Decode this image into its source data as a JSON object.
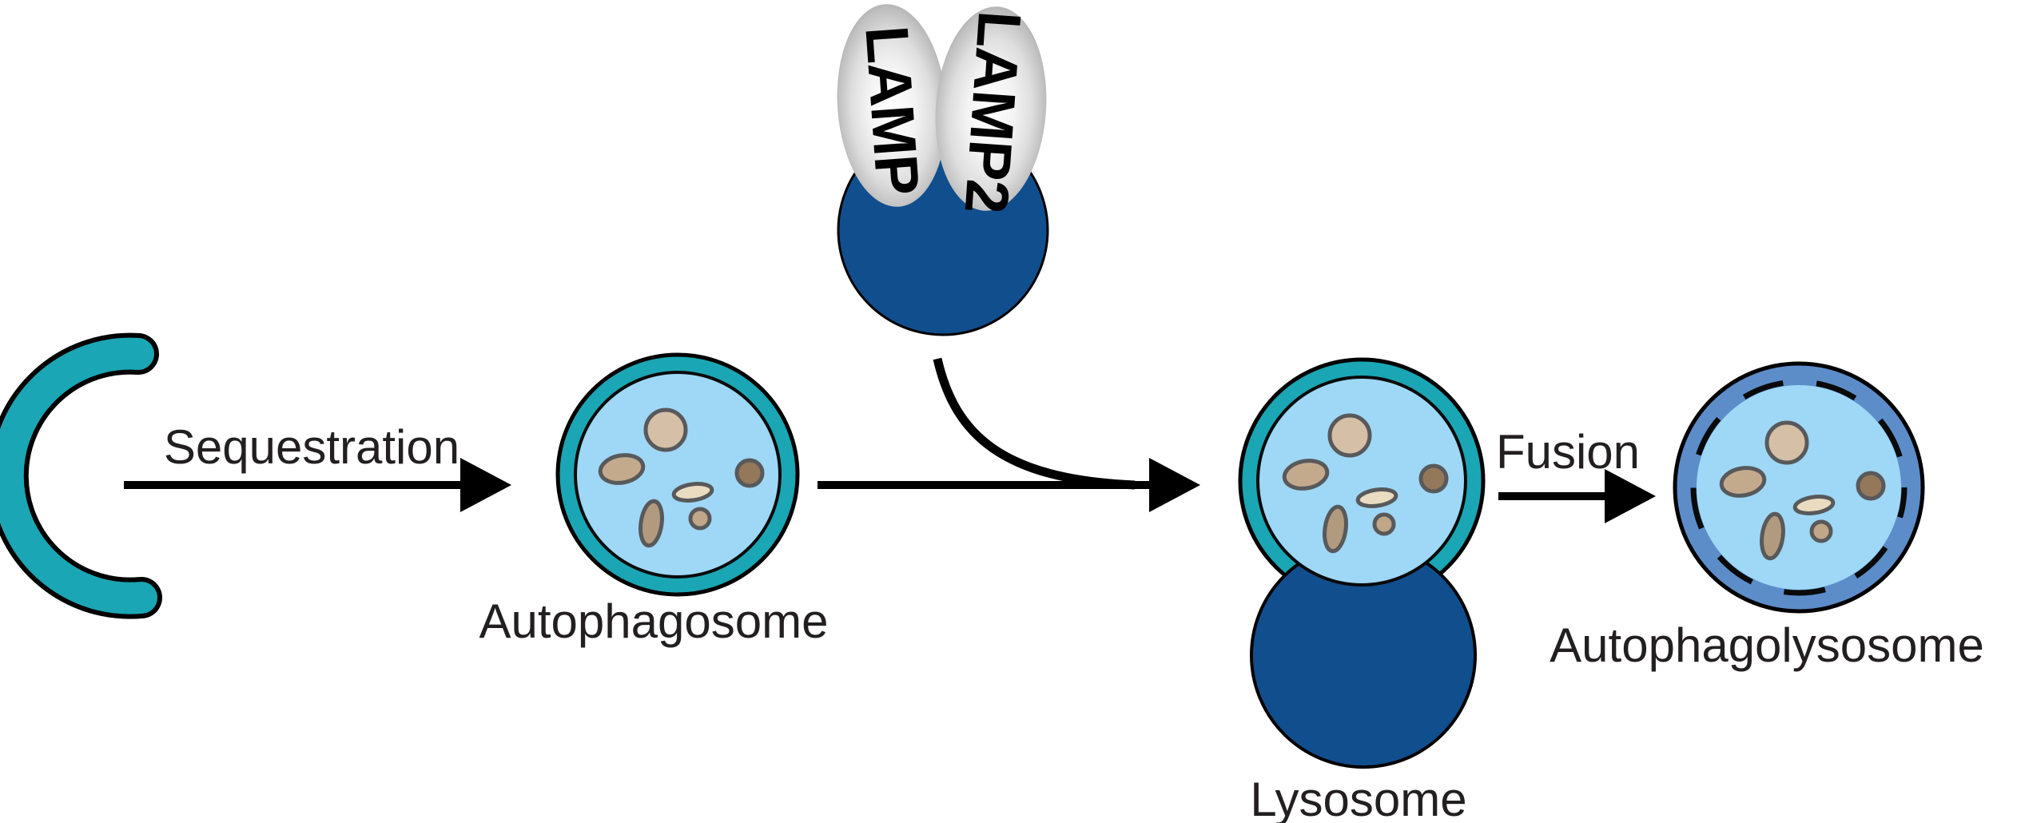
{
  "labels": {
    "sequestration": "Sequestration",
    "autophagosome": "Autophagosome",
    "lamp": "LAMP",
    "lamp2": "LAMP2",
    "lysosome": "Lysosome",
    "fusion": "Fusion",
    "autophagolysosome": "Autophagolysosome"
  },
  "colors": {
    "background": "#FFFFFF",
    "membrane_teal": "#1AA6B4",
    "vesicle_light_blue": "#9ED8F6",
    "lysosome_navy": "#114E8D",
    "autophagolysosome_ring_blue": "#5C8DC9",
    "outline_black": "#000000",
    "cargo_outline_gray": "#58595B",
    "cargo_tan": "#D5C0A7",
    "cargo_taupe": "#C4AA8D",
    "cargo_cream": "#EADCC0",
    "cargo_brown": "#94785A",
    "cargo_dark_taupe": "#B29A7E",
    "cargo_light_brown": "#C0A787",
    "text": "#231F20"
  }
}
